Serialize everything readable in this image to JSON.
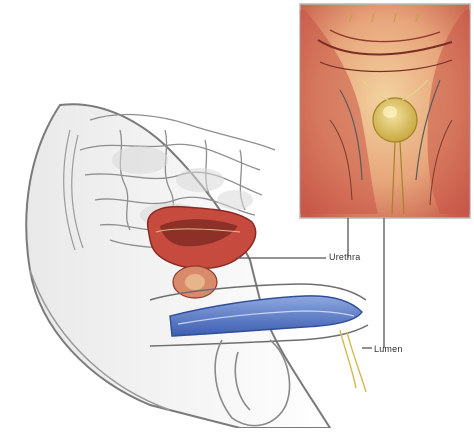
{
  "figure": {
    "illustration": "male-pelvis-sagittal-section",
    "inset": "magnified-bladder-neck-detail",
    "callouts": [
      {
        "text": "Urethra"
      },
      {
        "text": "Lumen"
      }
    ]
  },
  "colors": {
    "skin_outline": "#6f6f6f",
    "bladder_red": "#c23b33",
    "tissue_pink": "#e8a08c",
    "urethra_blue": "#4a6fbf",
    "fat_yellow": "#e2c85a",
    "nerve_yellow": "#d8c060",
    "background": "#ffffff"
  }
}
